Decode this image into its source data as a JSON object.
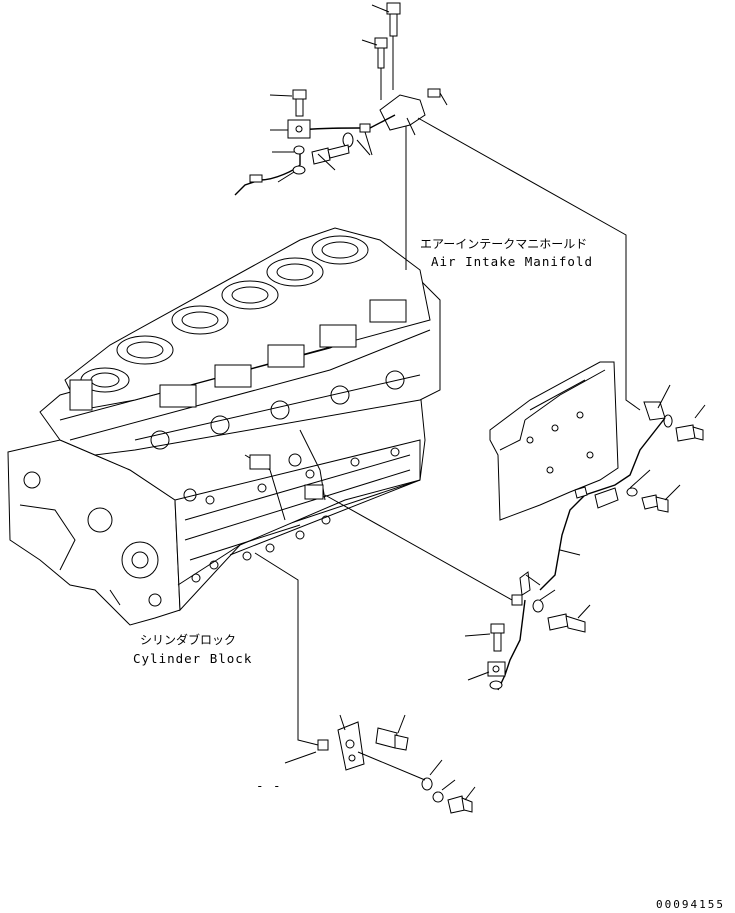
{
  "labels": {
    "manifold_jp": "エアーインテークマニホールド",
    "manifold_en": "Air Intake Manifold",
    "block_jp": "シリンダブロック",
    "block_en": "Cylinder Block",
    "dash_mark": "- -",
    "drawing_code": "00094155"
  }
}
